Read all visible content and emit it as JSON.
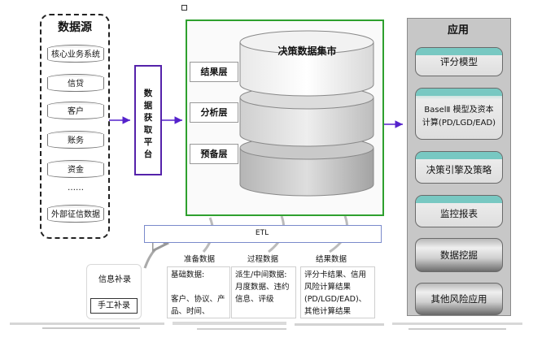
{
  "sources": {
    "title": "数据源",
    "items": [
      "核心业务系统",
      "信贷",
      "客户",
      "账务",
      "资金",
      "……",
      "外部征信数据"
    ]
  },
  "platform": {
    "label": "数\n据\n获\n取\n平\n台"
  },
  "mart": {
    "title": "决策数据集市",
    "layers": [
      "结果层",
      "分析层",
      "预备层"
    ]
  },
  "apps": {
    "title": "应用",
    "items": [
      "评分模型",
      "BaselⅡ 模型及资本计算(PD/LGD/EAD)",
      "决策引擎及策略",
      "监控报表",
      "数据挖掘",
      "其他风险应用"
    ]
  },
  "etl": {
    "label": "ETL"
  },
  "notes": {
    "info_supplement": "信息补录",
    "manual_supplement": "手工补录",
    "prep_title": "准备数据",
    "prep_body": "基础数据:\n\n客户、协议、产品、时间、",
    "process_title": "过程数据",
    "process_body": "派生/中间数据:\n月度数据、违约信息、评级",
    "result_title": "结果数据",
    "result_body": "评分卡结果、信用风险计算结果(PD/LGD/EAD)、其他计算结果"
  },
  "colors": {
    "platform_border": "#5522aa",
    "mart_border": "#2ea02e",
    "arrow": "#5522cc",
    "app_highlight": "#78c8c2",
    "etl_border": "#7a8acb"
  }
}
